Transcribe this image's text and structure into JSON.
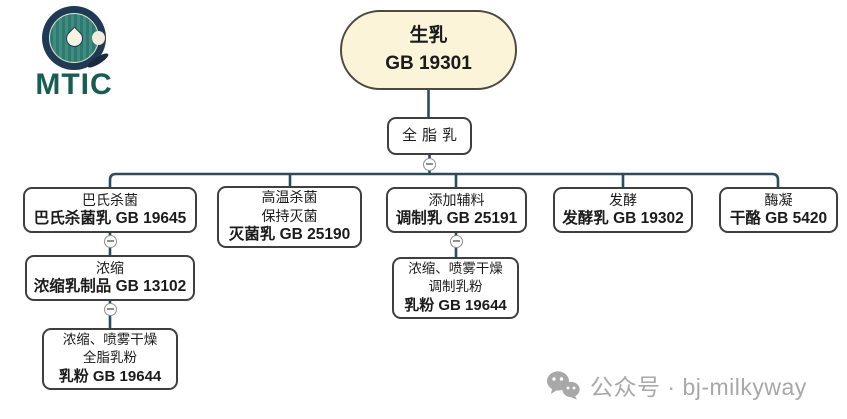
{
  "logo": {
    "text": "MTIC"
  },
  "nodes": {
    "root": {
      "line1": "生乳",
      "line2": "GB 19301"
    },
    "whole_milk": {
      "line1": "全脂乳"
    },
    "pasteurized": {
      "line1": "巴氏杀菌",
      "line2": "巴氏杀菌乳 GB 19645"
    },
    "sterilized": {
      "line1": "高温杀菌",
      "line2": "保持灭菌",
      "line3": "灭菌乳 GB 25190"
    },
    "modified": {
      "line1": "添加辅料",
      "line2": "调制乳 GB 25191"
    },
    "fermented": {
      "line1": "发酵",
      "line2": "发酵乳 GB 19302"
    },
    "cheese": {
      "line1": "酶凝",
      "line2": "干酪 GB 5420"
    },
    "condensed": {
      "line1": "浓缩",
      "line2": "浓缩乳制品 GB 13102"
    },
    "whole_milk_powder": {
      "line1": "浓缩、喷雾干燥",
      "line2": "全脂乳粉",
      "line3": "乳粉 GB 19644"
    },
    "modified_milk_powder": {
      "line1": "浓缩、喷雾干燥",
      "line2": "调制乳粉",
      "line3": "乳粉 GB 19644"
    }
  },
  "watermark": {
    "text": "公众号 · bj-milkyway"
  },
  "colors": {
    "connector": "#2A4D5B",
    "node_border": "#3F3F3F",
    "root_fill": "#FBF4D9",
    "logo_green": "#175D52",
    "badge_navy": "#1F3A54",
    "badge_teal": "#2E7A71",
    "watermark_gray": "#A8A8A8"
  }
}
